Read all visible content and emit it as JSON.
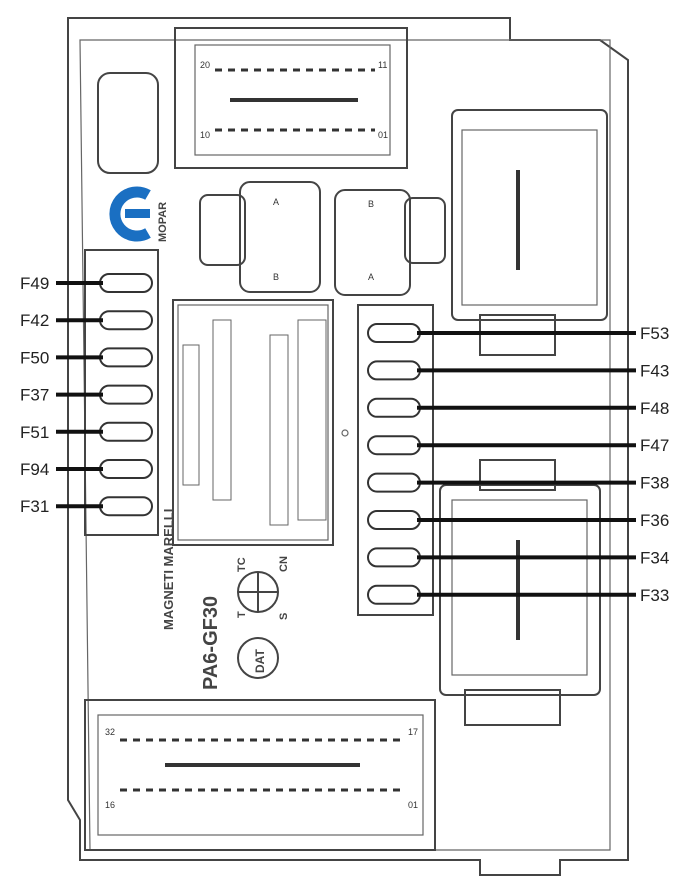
{
  "diagram": {
    "brand": {
      "logo_text": "MOPAR",
      "logo_color": "#1a6fc2",
      "maker": "MAGNETI MARELLI"
    },
    "material_marking": "PA6-GF30",
    "date_marks": {
      "tc": "TC",
      "cn": "CN",
      "t": "T",
      "s": "S",
      "dat": "DAT"
    },
    "connectors": {
      "top": {
        "pin_a": "20",
        "pin_b": "11",
        "pin_c": "10",
        "pin_d": "01"
      },
      "bottom": {
        "pin_a": "32",
        "pin_b": "17",
        "pin_c": "16",
        "pin_d": "01"
      },
      "small_left": {
        "top": "A",
        "bottom": "B"
      },
      "small_right": {
        "top": "B",
        "bottom": "A"
      }
    },
    "left_fuses": [
      "F49",
      "F42",
      "F50",
      "F37",
      "F51",
      "F94",
      "F31"
    ],
    "right_fuses": [
      "F53",
      "F43",
      "F48",
      "F47",
      "F38",
      "F36",
      "F34",
      "F33"
    ],
    "colors": {
      "outline": "#444444",
      "leader": "#111111"
    }
  }
}
